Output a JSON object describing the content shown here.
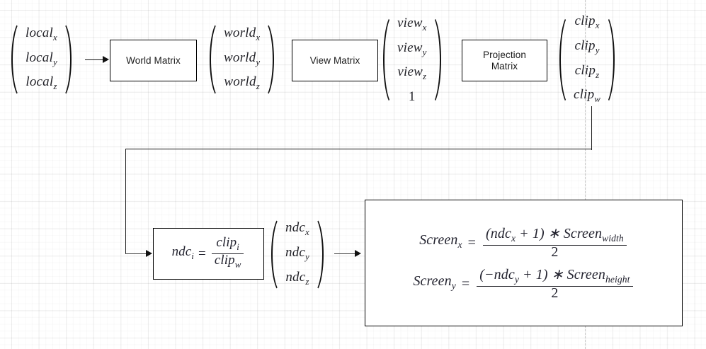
{
  "diagram": {
    "title": "3D graphics coordinate transformation pipeline",
    "background": {
      "grid": "graph-paper",
      "grid_color": "#e8e8e8",
      "page_guide_color": "#c9c9c9"
    },
    "stage1": {
      "local_vector": {
        "rows": [
          "local",
          "local",
          "local"
        ],
        "subs": [
          "x",
          "y",
          "z"
        ]
      },
      "world_matrix_label": "World Matrix",
      "world_vector": {
        "rows": [
          "world",
          "world",
          "world"
        ],
        "subs": [
          "x",
          "y",
          "z"
        ]
      },
      "view_matrix_label": "View Matrix",
      "view_vector": {
        "rows": [
          "view",
          "view",
          "view",
          "1"
        ],
        "subs": [
          "x",
          "y",
          "z",
          ""
        ]
      },
      "projection_matrix_label_line1": "Projection",
      "projection_matrix_label_line2": "Matrix",
      "clip_vector": {
        "rows": [
          "clip",
          "clip",
          "clip",
          "clip"
        ],
        "subs": [
          "x",
          "y",
          "z",
          "w"
        ]
      }
    },
    "stage2": {
      "ndc_formula": {
        "lhs": "ndc",
        "lhs_sub": "i",
        "equals": "=",
        "numerator": "clip",
        "numerator_sub": "i",
        "denominator": "clip",
        "denominator_sub": "w"
      },
      "ndc_vector": {
        "rows": [
          "ndc",
          "ndc",
          "ndc"
        ],
        "subs": [
          "x",
          "y",
          "z"
        ]
      },
      "screen_formulas": [
        {
          "lhs": "Screen",
          "lhs_sub": "x",
          "equals": "=",
          "numerator": "(ndc",
          "numerator_sub": "x",
          "numerator_rest": " + 1) ∗ Screen",
          "numerator_rest_sub": "width",
          "denominator": "2"
        },
        {
          "lhs": "Screen",
          "lhs_sub": "y",
          "equals": "=",
          "numerator": "(−ndc",
          "numerator_sub": "y",
          "numerator_rest": " + 1) ∗ Screen",
          "numerator_rest_sub": "height",
          "denominator": "2"
        }
      ]
    },
    "connectors": [
      {
        "name": "local-to-world-matrix",
        "type": "arrow-right"
      },
      {
        "name": "clip-to-ndc",
        "type": "elbow-arrow"
      },
      {
        "name": "ndc-to-screen",
        "type": "arrow-right"
      }
    ]
  }
}
